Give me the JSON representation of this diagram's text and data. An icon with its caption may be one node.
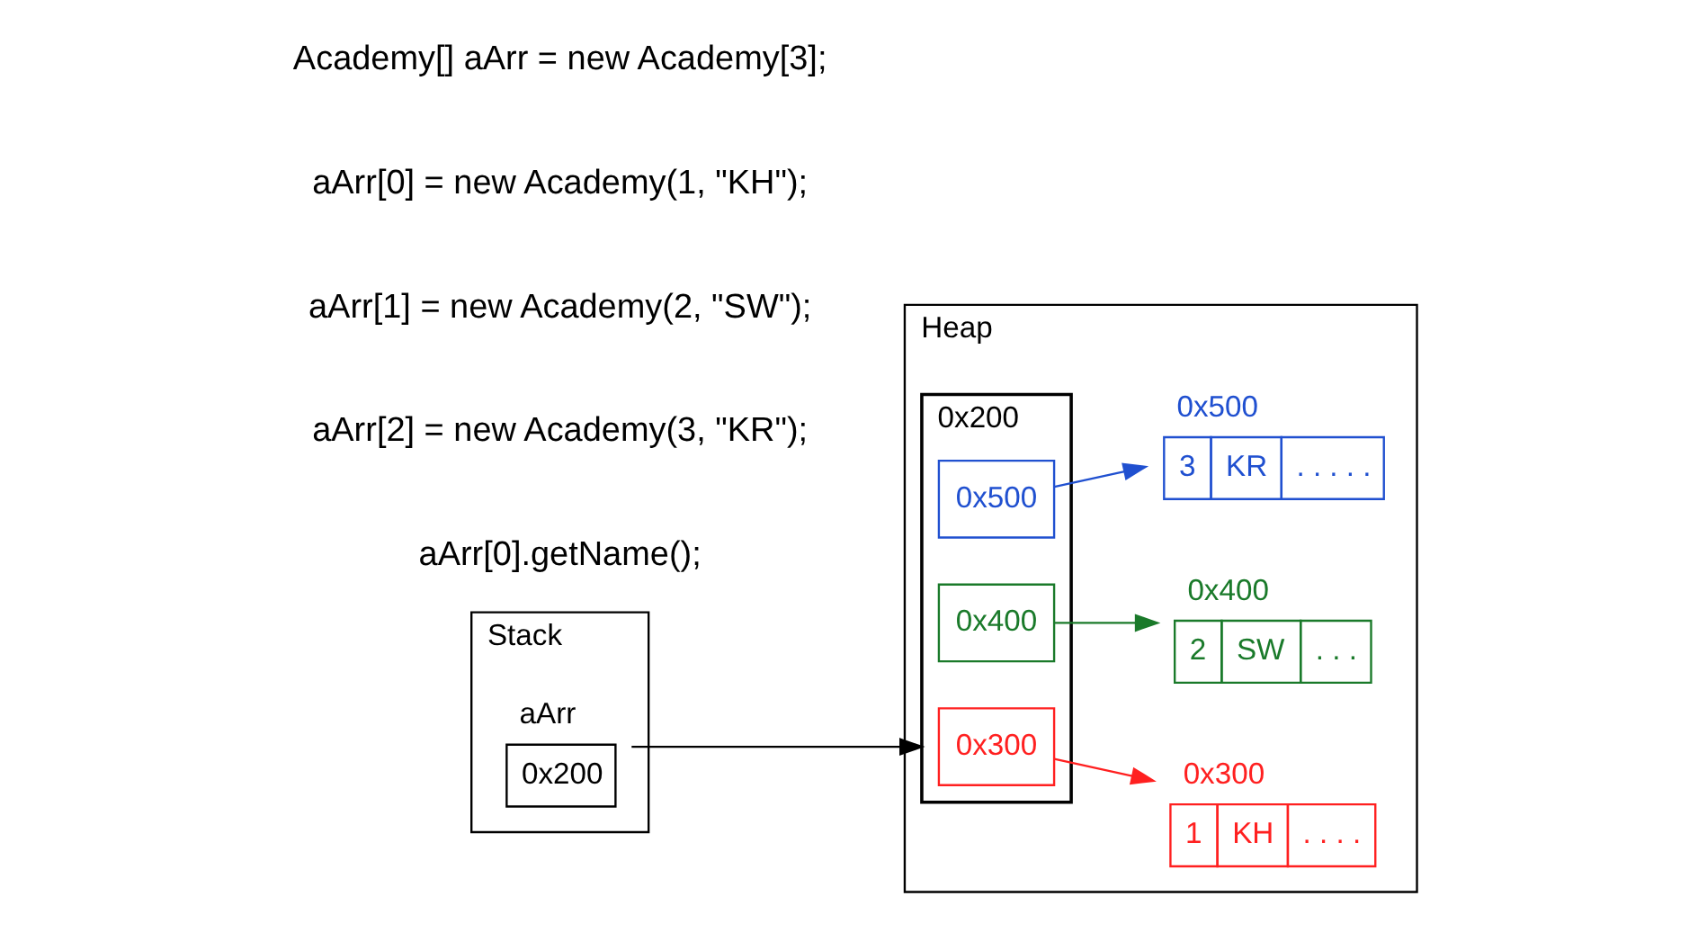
{
  "diagram": {
    "nodes": [
      {
        "text": [
          "Stack"
        ]
      },
      {
        "text": [
          "0x200"
        ],
        "beside": [
          "aArr"
        ],
        "in": 0
      },
      {
        "text": [
          "Heap"
        ]
      },
      {
        "text": [],
        "shape": "box",
        "beside": [
          "0x200"
        ],
        "in": 2
      },
      {
        "text": [
          "0x300"
        ],
        "in": 3
      },
      {
        "text": [
          "0x400"
        ],
        "in": 3
      },
      {
        "text": [
          "0x500"
        ],
        "in": 3
      },
      {
        "text": [
          "1",
          "KH",
          ". . . ."
        ],
        "beside": [
          "0x300"
        ],
        "in": 2
      },
      {
        "text": [
          "2",
          "SW",
          ". . ."
        ],
        "beside": [
          "0x400"
        ],
        "in": 2
      },
      {
        "text": [
          "3",
          "KR",
          ". . . . ."
        ],
        "beside": [
          "0x500"
        ],
        "in": 2
      }
    ],
    "edges": [
      {
        "from": 1,
        "to": 3,
        "arrow": "to"
      },
      {
        "from": 4,
        "to": 7,
        "arrow": "to",
        "color": "#ff2020"
      },
      {
        "from": 5,
        "to": 8,
        "arrow": "to",
        "color": "#1a7a2a"
      },
      {
        "from": 6,
        "to": 9,
        "arrow": "to",
        "color": "#2050d0"
      }
    ],
    "labels": [
      "Academy[] aArr = new Academy[3];",
      "aArr[0] = new Academy(1, \"KH\");",
      "aArr[1] = new Academy(2, \"SW\");",
      "aArr[2] = new Academy(3, \"KR\");",
      "aArr[0].getName();"
    ]
  }
}
